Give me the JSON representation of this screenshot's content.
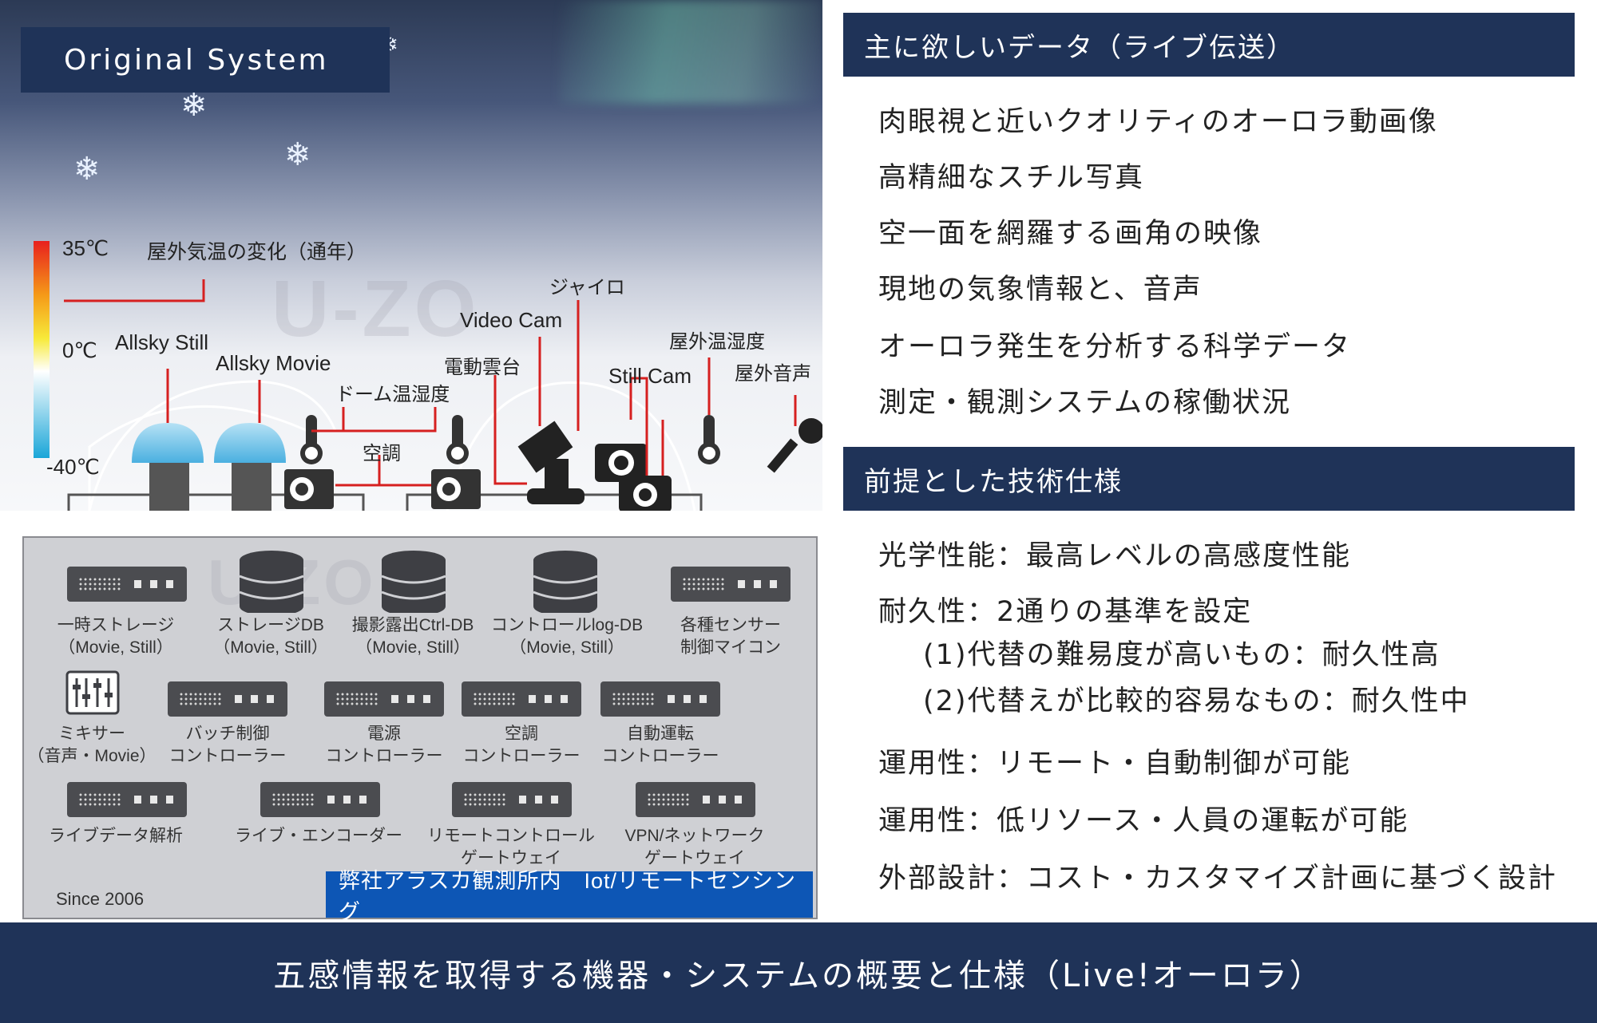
{
  "scene": {
    "title": "Original System",
    "watermark": "U-ZO",
    "legend": {
      "high": "35℃",
      "mid": "0℃",
      "low": "-40℃",
      "caption": "屋外気温の変化（通年）"
    },
    "labels": {
      "allsky_still": "Allsky Still",
      "allsky_movie": "Allsky Movie",
      "dome_temp": "ドーム温湿度",
      "aircon": "空調",
      "pan_tilt": "電動雲台",
      "video_cam": "Video Cam",
      "gyro": "ジャイロ",
      "still_cam": "Still Cam",
      "outdoor_temp": "屋外温湿度",
      "outdoor_audio": "屋外音声"
    }
  },
  "rack": {
    "row1": [
      {
        "line1": "一時ストレージ",
        "line2": "（Movie, Still）"
      },
      {
        "line1": "ストレージDB",
        "line2": "（Movie, Still）"
      },
      {
        "line1": "撮影露出Ctrl-DB",
        "line2": "（Movie, Still）"
      },
      {
        "line1": "コントロールlog-DB",
        "line2": "（Movie, Still）"
      },
      {
        "line1": "各種センサー",
        "line2": "制御マイコン"
      }
    ],
    "row2": [
      {
        "line1": "ミキサー",
        "line2": "（音声・Movie）"
      },
      {
        "line1": "バッチ制御",
        "line2": "コントローラー"
      },
      {
        "line1": "電源",
        "line2": "コントローラー"
      },
      {
        "line1": "空調",
        "line2": "コントローラー"
      },
      {
        "line1": "自動運転",
        "line2": "コントローラー"
      }
    ],
    "row3": [
      {
        "line1": "ライブデータ解析",
        "line2": ""
      },
      {
        "line1": "ライブ・エンコーダー",
        "line2": ""
      },
      {
        "line1": "リモートコントロール",
        "line2": "ゲートウェイ"
      },
      {
        "line1": "VPN/ネットワーク",
        "line2": "ゲートウェイ"
      }
    ],
    "since": "Since 2006",
    "site": "弊社アラスカ観測所内　Iot/リモートセンシング"
  },
  "section1": {
    "heading": "主に欲しいデータ（ライブ伝送）",
    "items": [
      "肉眼視と近いクオリティのオーロラ動画像",
      "高精細なスチル写真",
      "空一面を網羅する画角の映像",
      "現地の気象情報と、音声",
      "オーロラ発生を分析する科学データ",
      "測定・観測システムの稼働状況"
    ]
  },
  "section2": {
    "heading": "前提とした技術仕様",
    "items": [
      "光学性能：最高レベルの高感度性能",
      "耐久性：2通りの基準を設定",
      "(1)代替の難易度が高いもの：耐久性高",
      "(2)代替えが比較的容易なもの：耐久性中",
      "運用性：リモート・自動制御が可能",
      "運用性：低リソース・人員の運転が可能",
      "外部設計：コスト・カスタマイズ計画に基づく設計"
    ]
  },
  "footer": "五感情報を取得する機器・システムの概要と仕様（Live!オーロラ）",
  "colors": {
    "navy": "#1f3358",
    "blue": "#0d56b5",
    "red": "#d62020"
  }
}
